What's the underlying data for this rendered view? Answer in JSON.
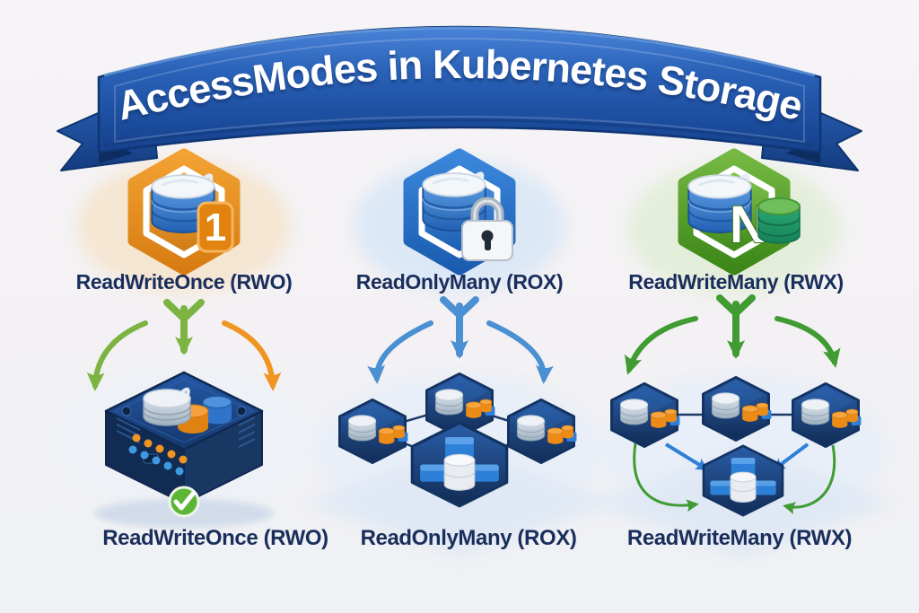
{
  "title": "AccessModes in Kubernetes Storage",
  "columns": [
    {
      "top_label": "ReadWriteOnce (RWO)",
      "bottom_label": "ReadWriteOnce (RWO)",
      "badge": "1",
      "icon": "orange-hexagon-database-1-badge-icon",
      "illustration": "single-node-server",
      "status_icon": "green-checkmark-icon",
      "accent_color": "#e08a1e",
      "arrow_colors": [
        "#7cb342",
        "#7cb342",
        "#f09522"
      ]
    },
    {
      "top_label": "ReadOnlyMany (ROX)",
      "bottom_label": "ReadOnlyMany (ROX)",
      "badge": "",
      "icon": "blue-hexagon-database-lock-icon",
      "illustration": "four-node-cluster-with-shared-volume",
      "accent_color": "#2a72c8",
      "arrow_colors": [
        "#4a90d2",
        "#4a90d2",
        "#4a90d2"
      ]
    },
    {
      "top_label": "ReadWriteMany (RWX)",
      "bottom_label": "ReadWriteMany (RWX)",
      "badge": "N",
      "icon": "green-hexagon-database-n-icon",
      "illustration": "three-node-cluster-with-shared-volume",
      "accent_color": "#55a028",
      "arrow_colors": [
        "#3f9b32",
        "#3f9b32",
        "#3f9b32"
      ]
    }
  ],
  "colors": {
    "background": "#f3f1f3",
    "ribbon_blue": "#2058ac",
    "label_navy": "#1a2e5c",
    "node_navy": "#16355f",
    "green_arrow": "#7cb342",
    "orange_arrow": "#f09522",
    "blue_arrow": "#4a90d2",
    "checkmark_green": "#5cb535"
  }
}
